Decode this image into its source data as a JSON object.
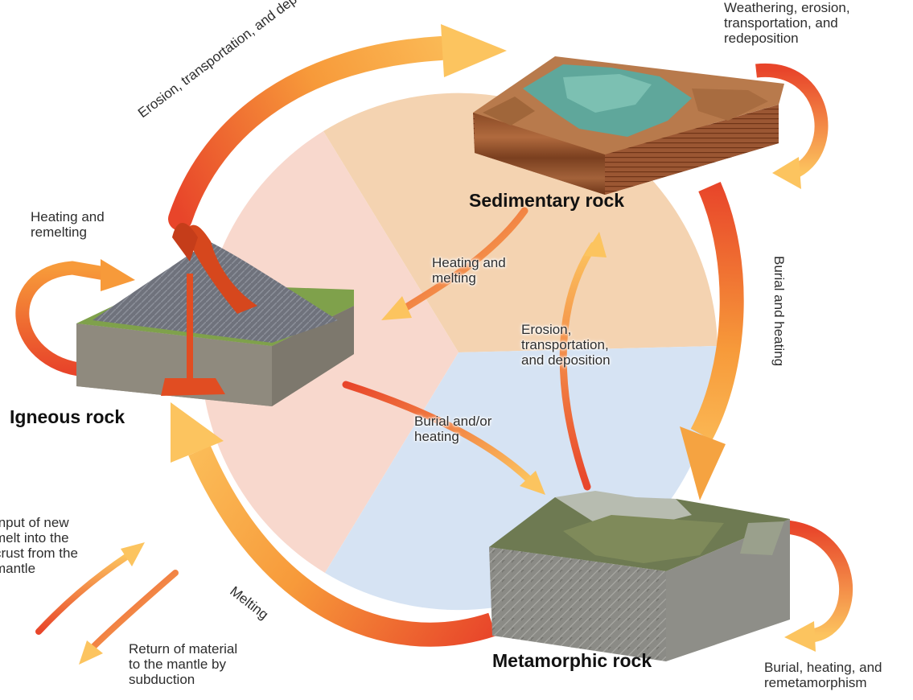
{
  "rocks": {
    "sedimentary": "Sedimentary rock",
    "igneous": "Igneous rock",
    "metamorphic": "Metamorphic rock"
  },
  "processes": {
    "erosion_top": "Erosion, transportation, and deposition",
    "weathering": [
      "Weathering, erosion,",
      "transportation, and",
      "redeposition"
    ],
    "heating_remelting": [
      "Heating and",
      "remelting"
    ],
    "heating_melting": [
      "Heating and",
      "melting"
    ],
    "burial_heating": "Burial and heating",
    "erosion_center": [
      "Erosion,",
      "transportation,",
      "and deposition"
    ],
    "burial_or_heating": [
      "Burial and/or",
      "heating"
    ],
    "melting": "Melting",
    "input_new_melt": [
      "Input of new",
      "melt into the",
      "crust from the",
      "mantle"
    ],
    "return_material": [
      "Return of material",
      "to the mantle by",
      "subduction"
    ],
    "burial_remetamorphism": [
      "Burial, heating, and",
      "remetamorphism"
    ]
  },
  "colors": {
    "arrow_red": "#e8452a",
    "arrow_orange": "#f79a3a",
    "arrow_yellow": "#fcc45f",
    "wedge_tan": "#f4d3b1",
    "wedge_pink": "#f8d8cd",
    "wedge_blue": "#d6e3f3"
  }
}
